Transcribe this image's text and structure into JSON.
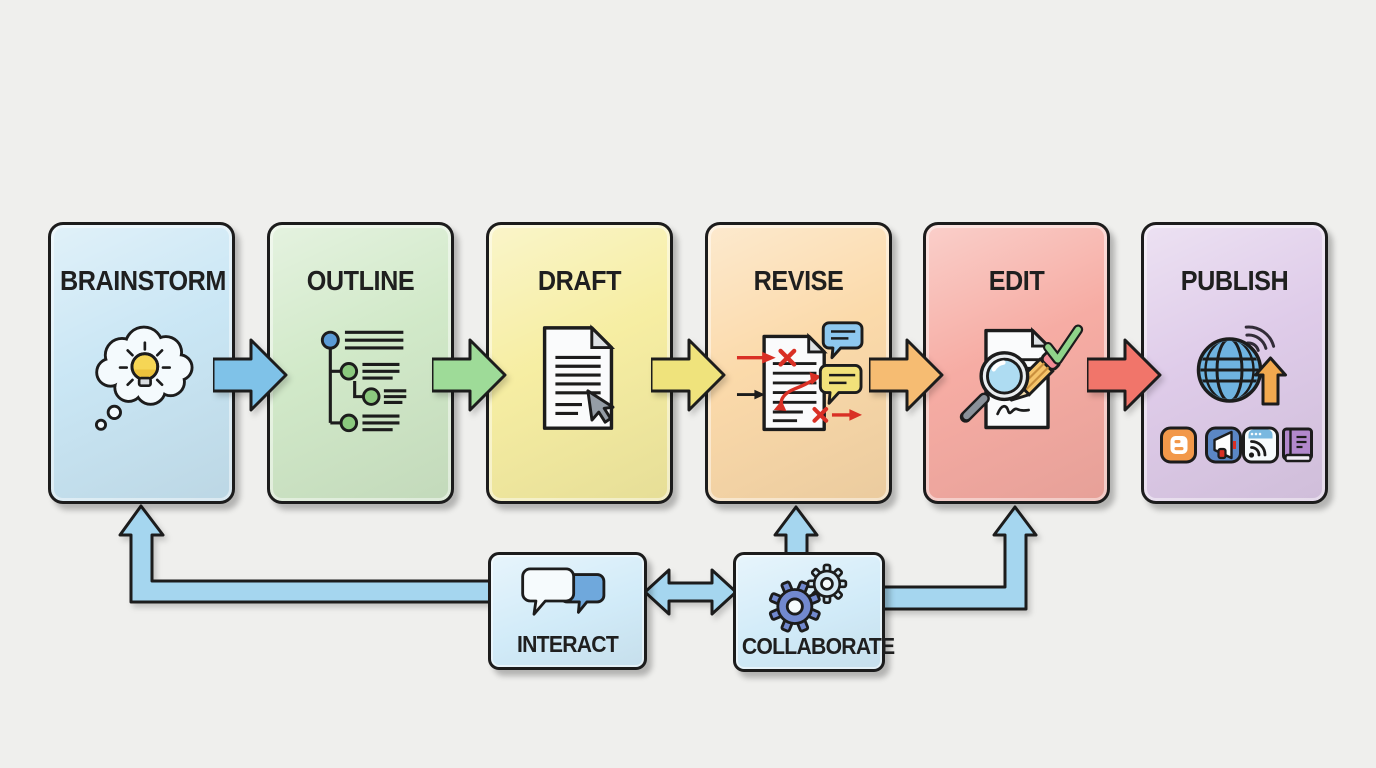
{
  "diagram": {
    "background": "#efefed",
    "outline_color": "#1c1c1c",
    "connector_fill": "#a5d6ef",
    "stages": [
      {
        "label": "BRAINSTORM",
        "icon": "thought-cloud-lightbulb",
        "fill": "#c7e5f4",
        "arrow_fill": "#7fc2e8"
      },
      {
        "label": "OUTLINE",
        "icon": "hierarchy-list",
        "fill": "#cfe8c6",
        "arrow_fill": "#9edb98"
      },
      {
        "label": "DRAFT",
        "icon": "document-with-cursor",
        "fill": "#f6ed9e",
        "arrow_fill": "#efe37c"
      },
      {
        "label": "REVISE",
        "icon": "document-markup-comments",
        "fill": "#fbd8a6",
        "arrow_fill": "#f6bc72"
      },
      {
        "label": "EDIT",
        "icon": "magnifier-pencil-check",
        "fill": "#f6a89f",
        "arrow_fill": "#f1756a"
      },
      {
        "label": "PUBLISH",
        "icon": "globe-upload-channels",
        "fill": "#ddc9e8"
      }
    ],
    "support_nodes": [
      {
        "label": "INTERACT",
        "icon": "chat-bubbles",
        "fill": "#cfeaf8"
      },
      {
        "label": "COLLABORATE",
        "icon": "gears",
        "fill": "#cfeaf8"
      }
    ]
  }
}
